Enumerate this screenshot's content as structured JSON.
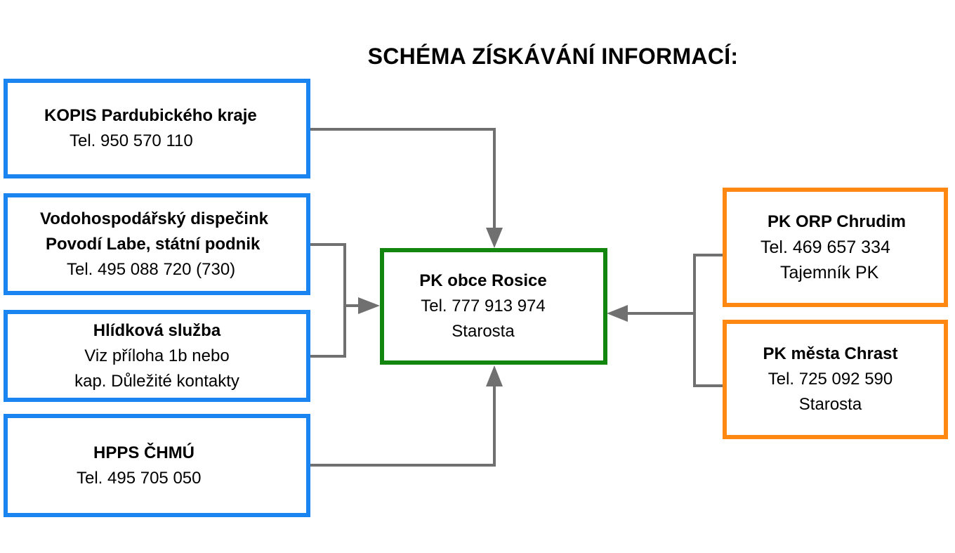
{
  "title": "SCHÉMA ZÍSKÁVÁNÍ INFORMACÍ:",
  "colors": {
    "source": "#1a84f0",
    "center": "#13860f",
    "peer": "#ff8812",
    "connector": "#707070"
  },
  "sources": [
    {
      "name": "KOPIS Pardubického kraje",
      "line1": "Tel. 950 570 110"
    },
    {
      "name1": "Vodohospodářský dispečink",
      "name2": "Povodí Labe, státní podnik",
      "line1": "Tel. 495 088 720 (730)"
    },
    {
      "name": "Hlídková služba",
      "line1": "Viz příloha 1b nebo",
      "line2": "kap. Důležité kontakty"
    },
    {
      "name": "HPPS ČHMÚ",
      "line1": "Tel. 495 705 050"
    }
  ],
  "center": {
    "name": "PK obce Rosice",
    "line1": "Tel. 777 913 974",
    "line2": "Starosta"
  },
  "peers": [
    {
      "name": "PK ORP Chrudim",
      "line1": "Tel. 469 657 334",
      "line2": "Tajemník PK"
    },
    {
      "name": "PK města Chrast",
      "line1": "Tel. 725 092 590",
      "line2": "Starosta"
    }
  ]
}
